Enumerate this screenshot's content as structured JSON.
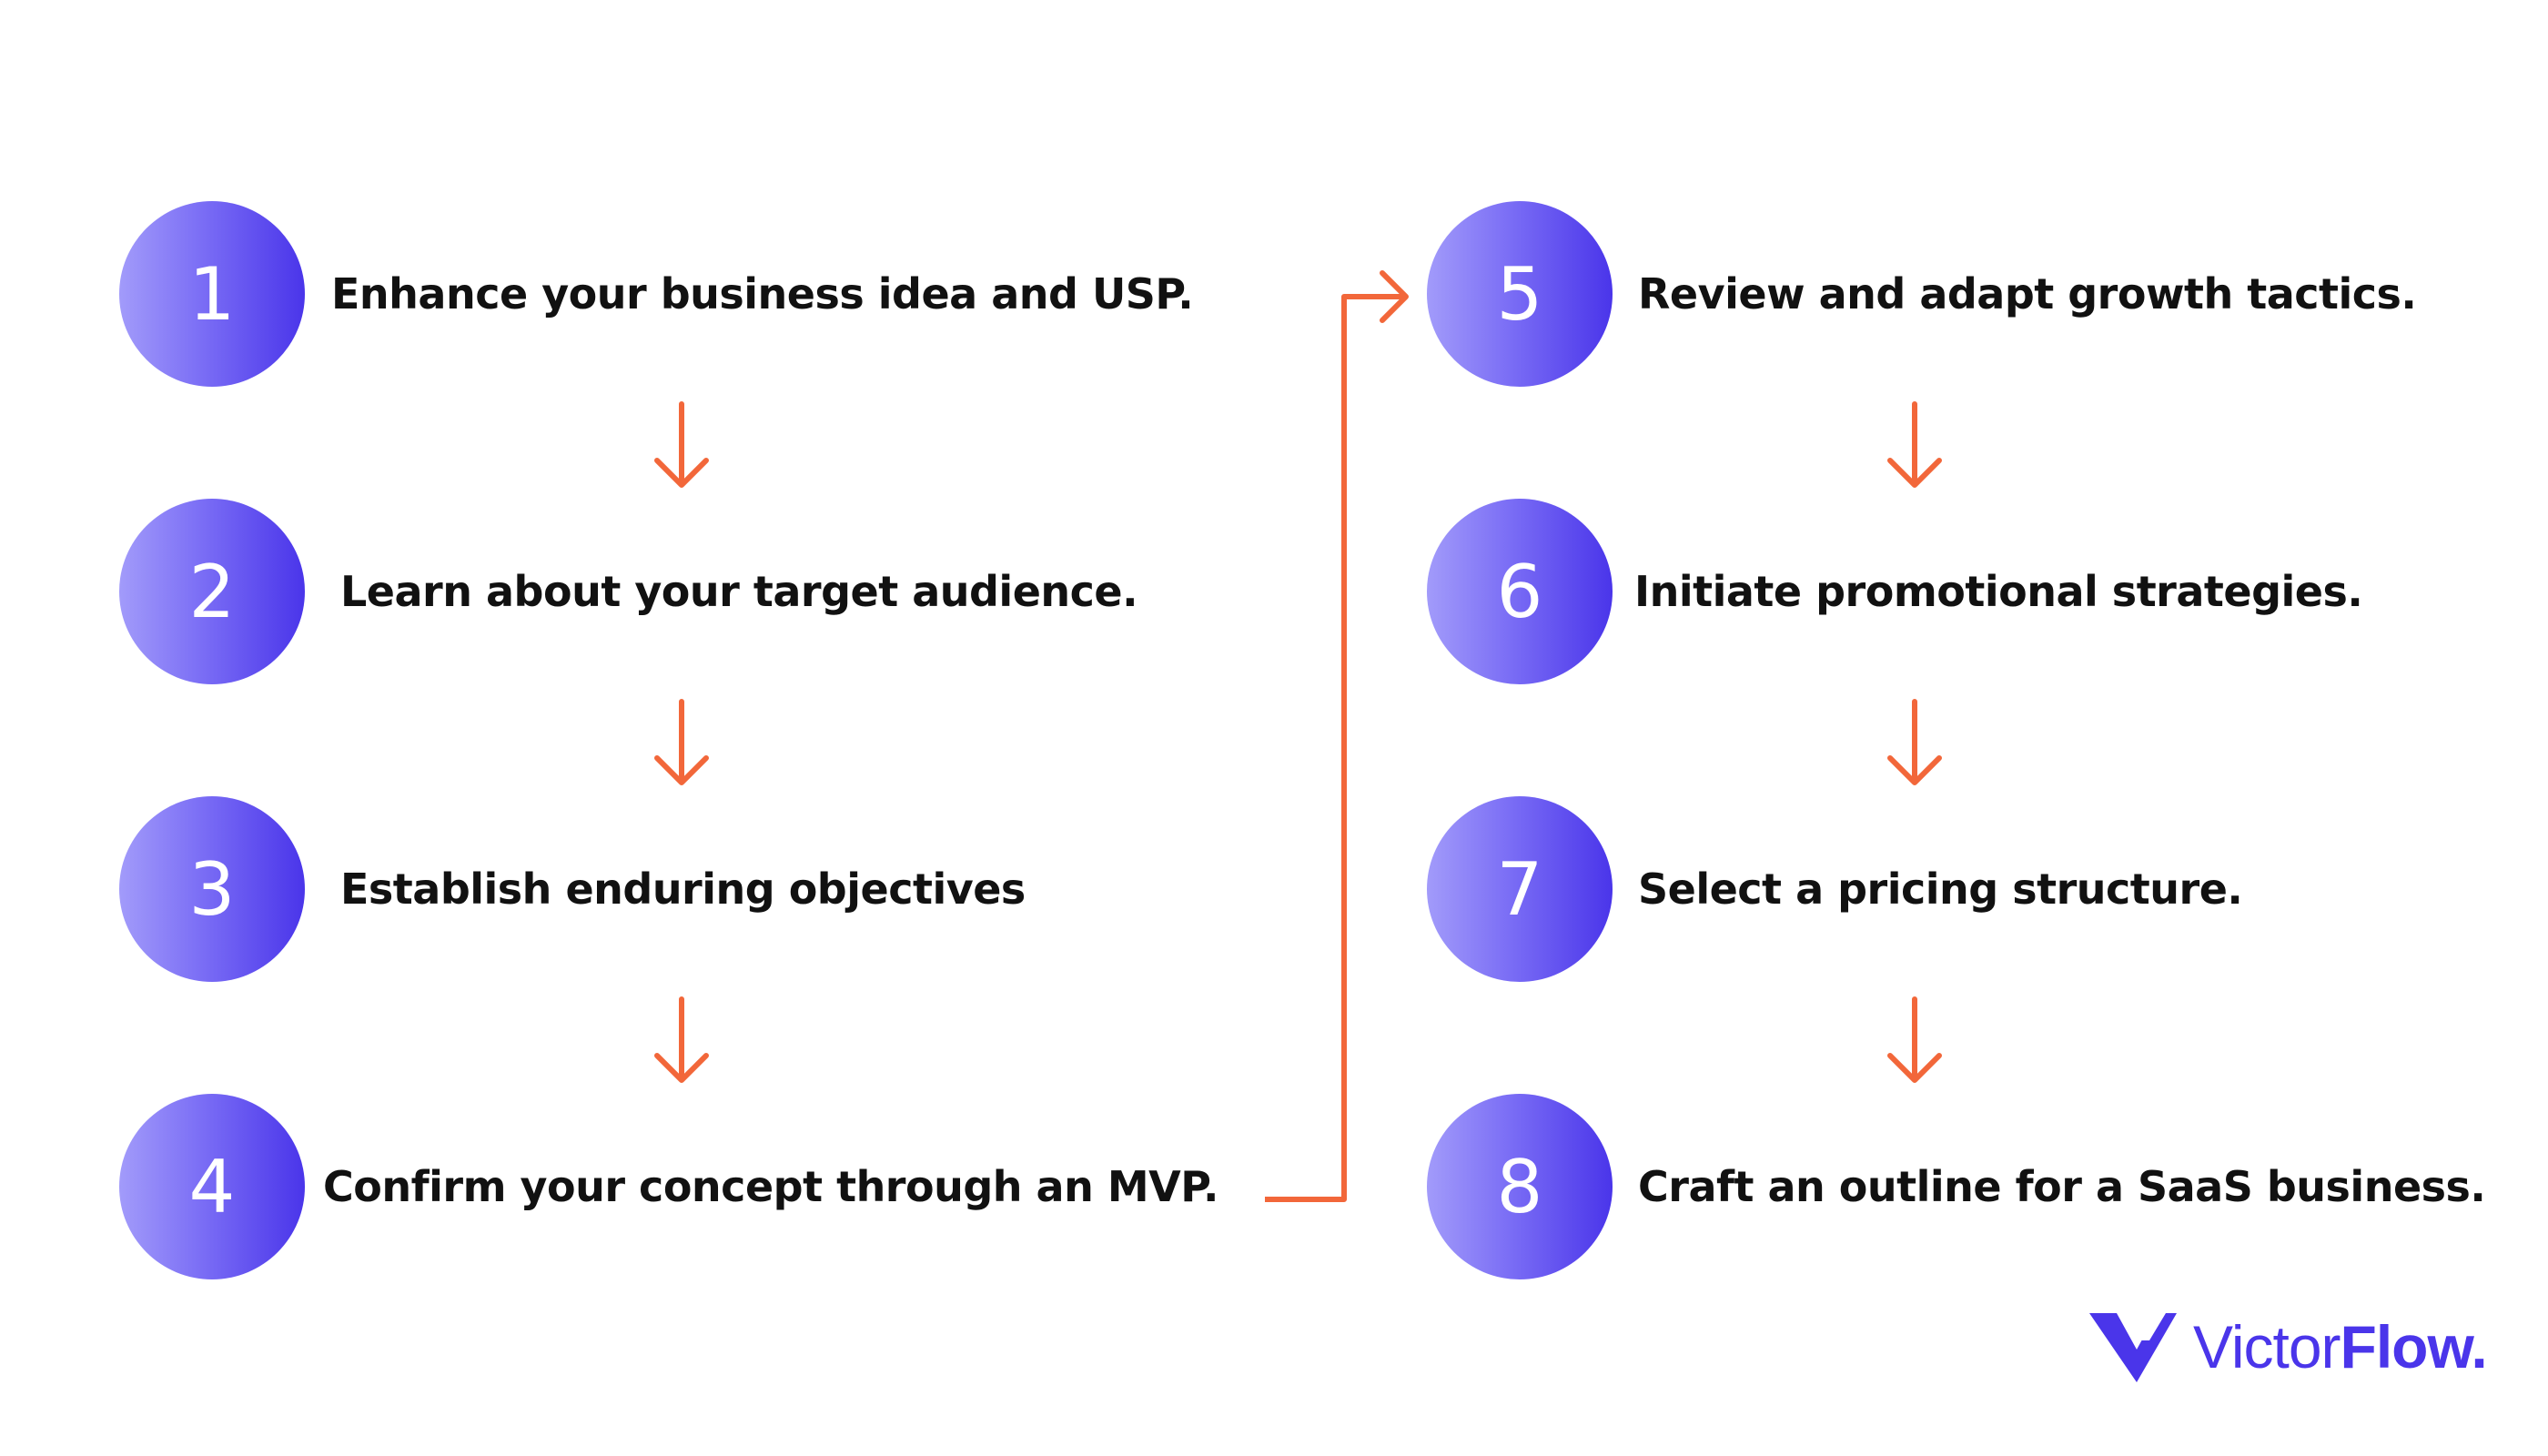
{
  "steps": [
    {
      "number": "1",
      "text": "Enhance your business idea and USP."
    },
    {
      "number": "2",
      "text": "Learn about your target audience."
    },
    {
      "number": "3",
      "text": "Establish enduring objectives"
    },
    {
      "number": "4",
      "text": "Confirm your concept through an MVP."
    },
    {
      "number": "5",
      "text": "Review and adapt growth tactics."
    },
    {
      "number": "6",
      "text": "Initiate promotional strategies."
    },
    {
      "number": "7",
      "text": "Select a pricing structure."
    },
    {
      "number": "8",
      "text": "Craft an outline for a SaaS business."
    }
  ],
  "brand": {
    "part1": "Victor",
    "part2": "Flow."
  },
  "colors": {
    "circle_start": "#a29bfa",
    "circle_end": "#4a35ea",
    "arrow": "#f2673a",
    "brand": "#4a35ea",
    "text": "#111111"
  }
}
